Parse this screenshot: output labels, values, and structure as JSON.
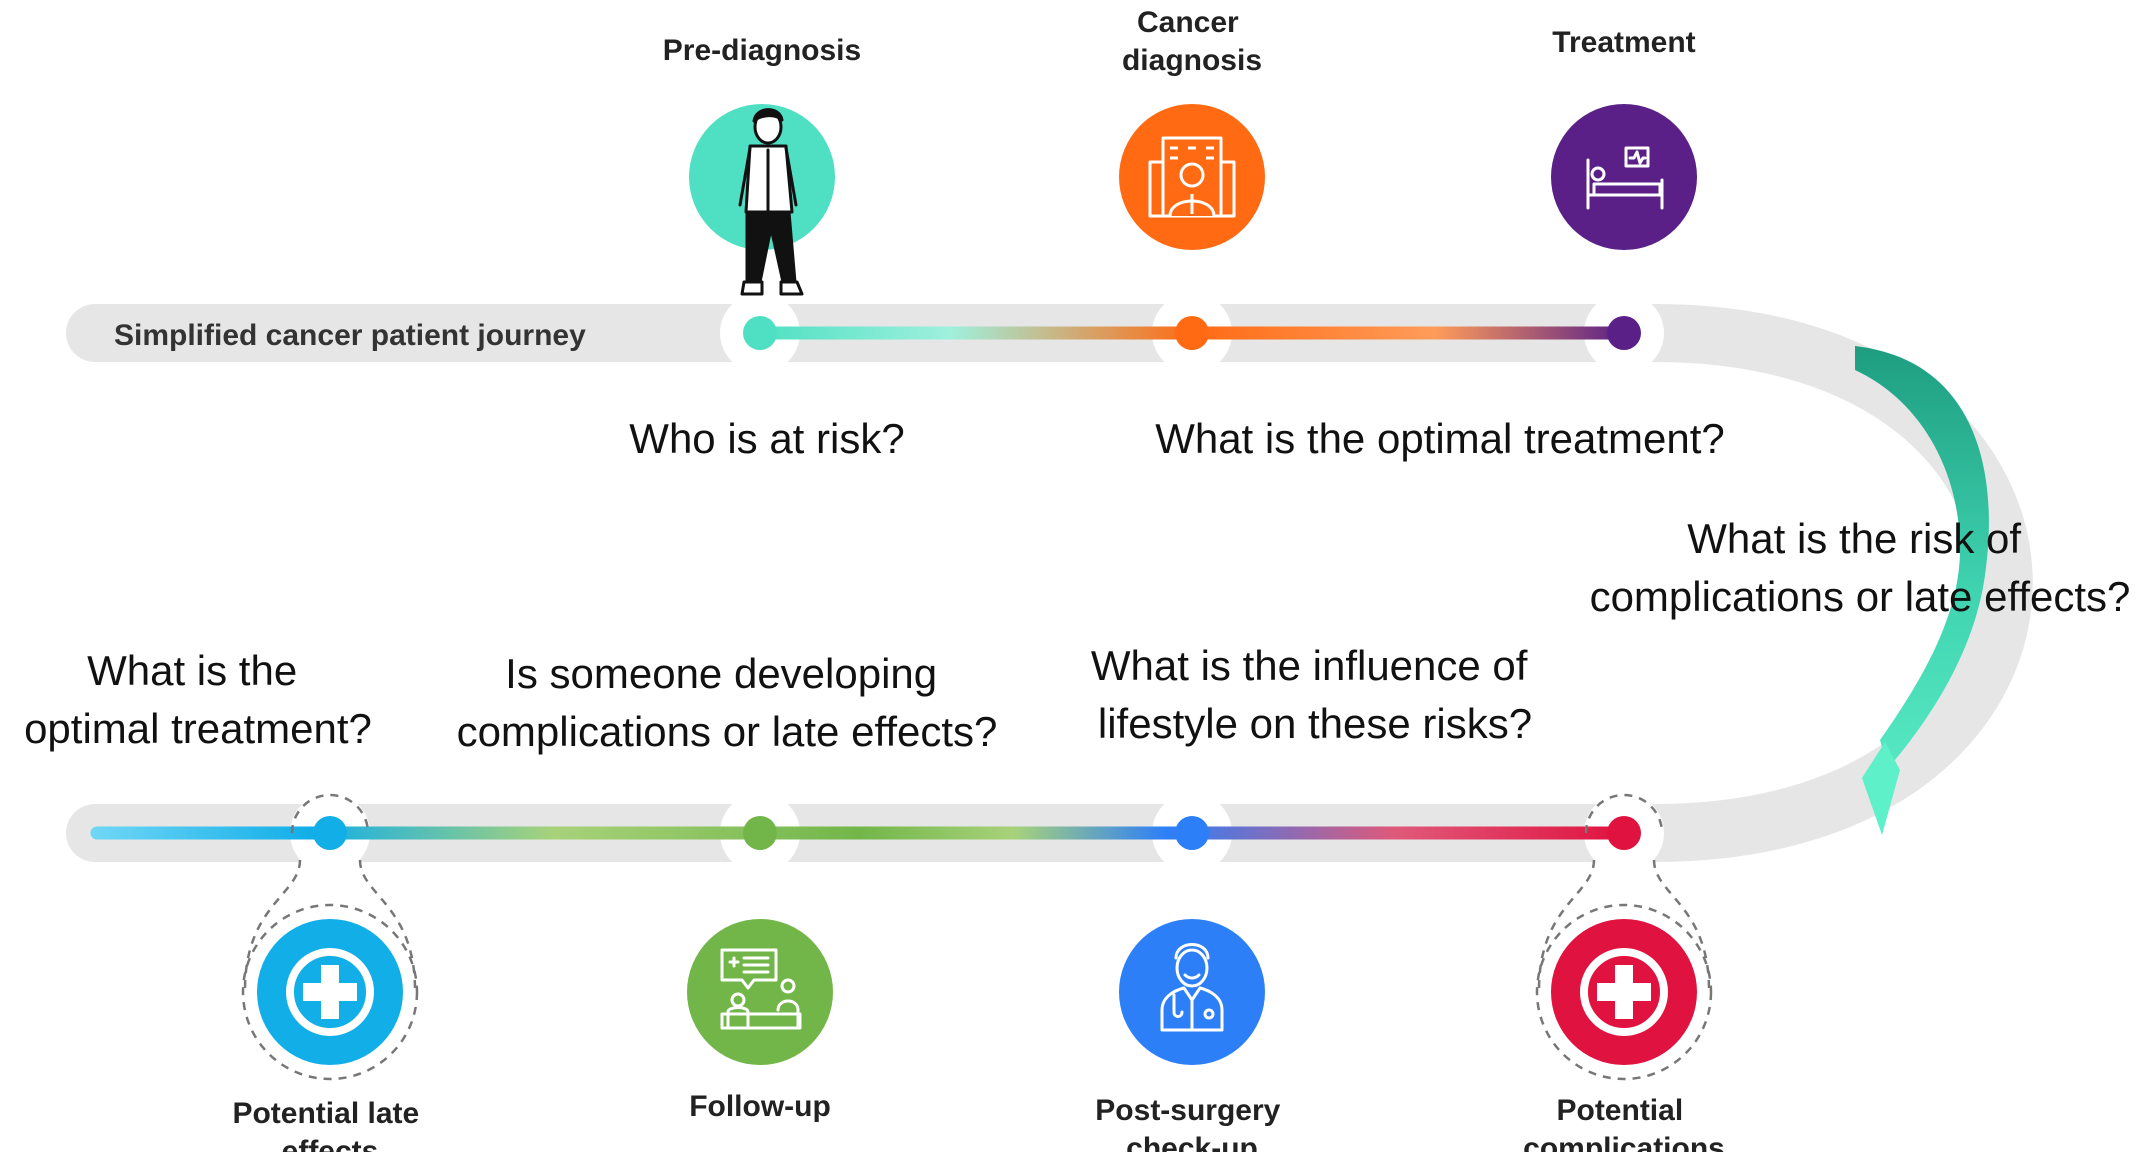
{
  "journey_title": "Simplified cancer patient journey",
  "top_stages": [
    {
      "lines": [
        "Pre-diagnosis"
      ],
      "icon": "person-icon",
      "color": "#4fe0c3"
    },
    {
      "lines": [
        "Cancer",
        "diagnosis"
      ],
      "icon": "hospital-doctor-icon",
      "color": "#ff6a13"
    },
    {
      "lines": [
        "Treatment"
      ],
      "icon": "hospital-bed-icon",
      "color": "#5a2088"
    }
  ],
  "bottom_stages": [
    {
      "lines": [
        "Potential late",
        "effects"
      ],
      "icon": "medical-cross-icon",
      "color": "#12aee8"
    },
    {
      "lines": [
        "Follow-up"
      ],
      "icon": "consultation-icon",
      "color": "#72b64a"
    },
    {
      "lines": [
        "Post-surgery",
        "check-up"
      ],
      "icon": "doctor-icon",
      "color": "#2d7ff7"
    },
    {
      "lines": [
        "Potential",
        "complications"
      ],
      "icon": "medical-cross-icon",
      "color": "#e0123f"
    }
  ],
  "questions": {
    "at_risk": [
      "Who is at risk?"
    ],
    "optimal_treatment_top": [
      "What is the optimal treatment?"
    ],
    "complication_risk": [
      "What is the risk of",
      "complications or late effects?"
    ],
    "optimal_treatment_bottom": [
      "What is the",
      "optimal treatment?"
    ],
    "developing": [
      "Is someone developing",
      "complications or late effects?"
    ],
    "lifestyle": [
      "What is the influence of",
      "lifestyle on these risks?"
    ]
  },
  "colors": {
    "track": "#e6e6e6",
    "arrow": "#3fd3b0",
    "node_green": "#4fe0c3",
    "node_orange": "#ff6a13",
    "node_purple": "#5a2088",
    "node_cyan": "#12aee8",
    "node_lime": "#72b64a",
    "node_blue": "#2d7ff7",
    "node_red": "#e0123f"
  }
}
